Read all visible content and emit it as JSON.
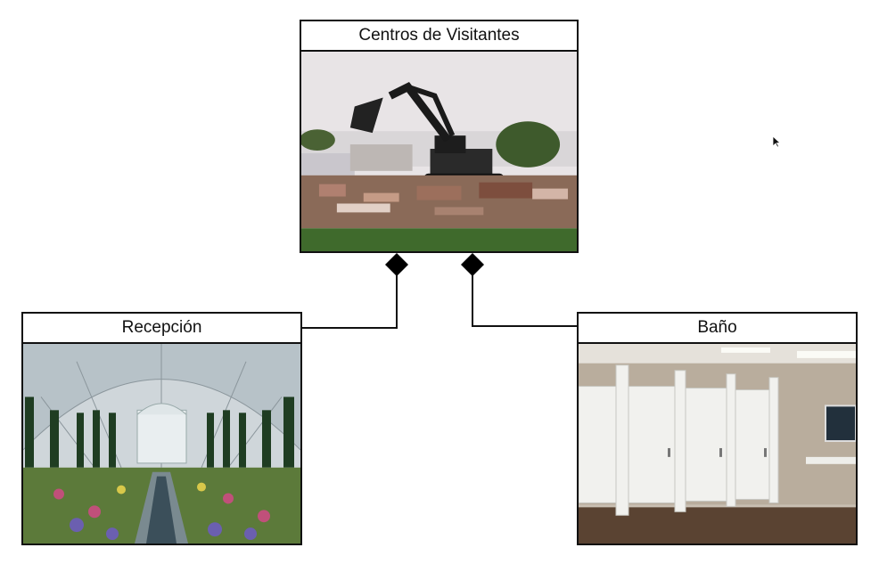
{
  "diagram": {
    "main_node": {
      "title": "Centros de Visitantes",
      "image": "demolition-site-photo"
    },
    "left_node": {
      "title": "Recepción",
      "image": "greenhouse-conservatory-photo"
    },
    "right_node": {
      "title": "Baño",
      "image": "restroom-stalls-photo"
    },
    "relationship": "composition"
  },
  "colors": {
    "line": "#111111",
    "background": "#ffffff"
  }
}
